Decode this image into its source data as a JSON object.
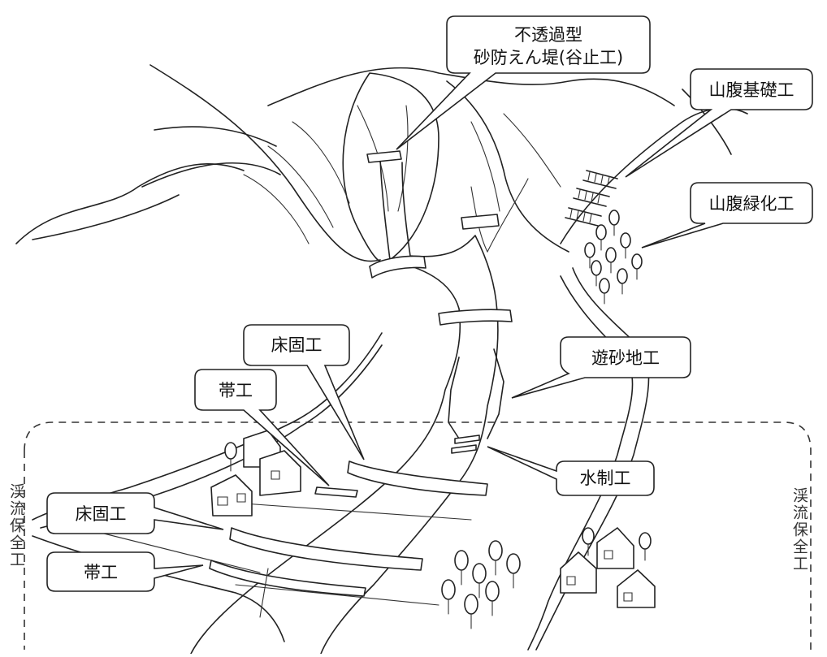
{
  "labels": {
    "impermeable_dam_line1": "不透過型",
    "impermeable_dam_line2": "砂防えん堤(谷止工)",
    "hillside_foundation": "山腹基礎工",
    "hillside_greening": "山腹緑化工",
    "bed_fixing_upper": "床固工",
    "belt_upper": "帯工",
    "sand_retention": "遊砂地工",
    "spur_dike": "水制工",
    "bed_fixing_lower": "床固工",
    "belt_lower": "帯工",
    "stream_conservation_left": "渓流保全工",
    "stream_conservation_right": "渓流保全工"
  },
  "colors": {
    "line": "#222222",
    "background": "#ffffff",
    "dashed_border": "#333333"
  }
}
